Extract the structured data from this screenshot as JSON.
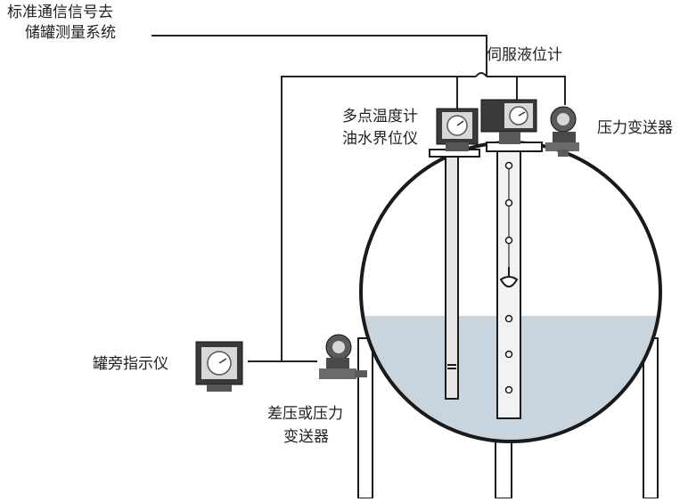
{
  "labels": {
    "comm_line1": "标准通信信号去",
    "comm_line2": "储罐测量系统",
    "servo_gauge": "伺服液位计",
    "multi_temp_line1": "多点温度计",
    "multi_temp_line2": "油水界位仪",
    "pressure_transmitter": "压力变送器",
    "tank_indicator": "罐旁指示仪",
    "dp_transmitter_line1": "差压或压力",
    "dp_transmitter_line2": "变送器"
  },
  "colors": {
    "line": "#222222",
    "tank_fill_liquid": "#c9d5de",
    "tank_outline": "#1a1a1a",
    "instrument_body": "#3a3a3a",
    "instrument_face": "#d8d8d8",
    "probe": "#e6e6e6"
  },
  "liquid_level_fraction": 0.42
}
